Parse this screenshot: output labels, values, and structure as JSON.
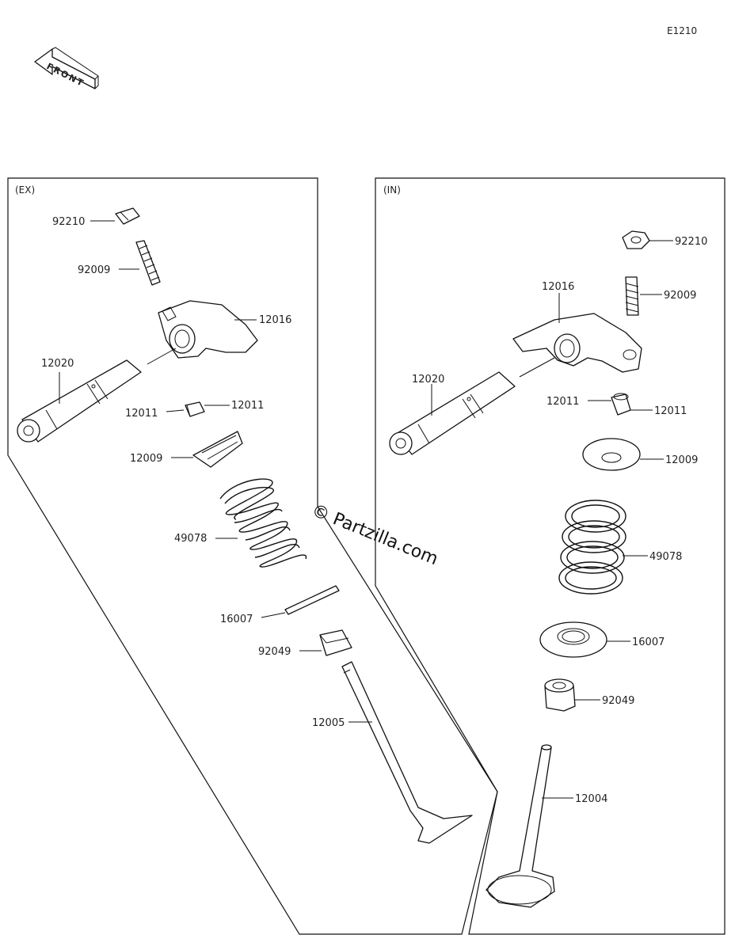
{
  "diagram_code": "E1210",
  "front_arrow_text": "FRONT",
  "watermark": "© Partzilla.com",
  "exhaust": {
    "section_label": "(EX)",
    "parts": {
      "nut": "92210",
      "adjuster_screw": "92009",
      "rocker_arm": "12016",
      "rocker_shaft": "12020",
      "cotter_left": "12011",
      "cotter_right": "12011",
      "retainer": "12009",
      "spring": "49078",
      "spring_seat": "16007",
      "stem_seal": "92049",
      "valve": "12005"
    }
  },
  "intake": {
    "section_label": "(IN)",
    "parts": {
      "nut": "92210",
      "adjuster_screw": "92009",
      "rocker_arm": "12016",
      "rocker_shaft": "12020",
      "cotter_left": "12011",
      "cotter_right": "12011",
      "retainer": "12009",
      "spring": "49078",
      "spring_seat": "16007",
      "stem_seal": "92049",
      "valve": "12004"
    }
  }
}
